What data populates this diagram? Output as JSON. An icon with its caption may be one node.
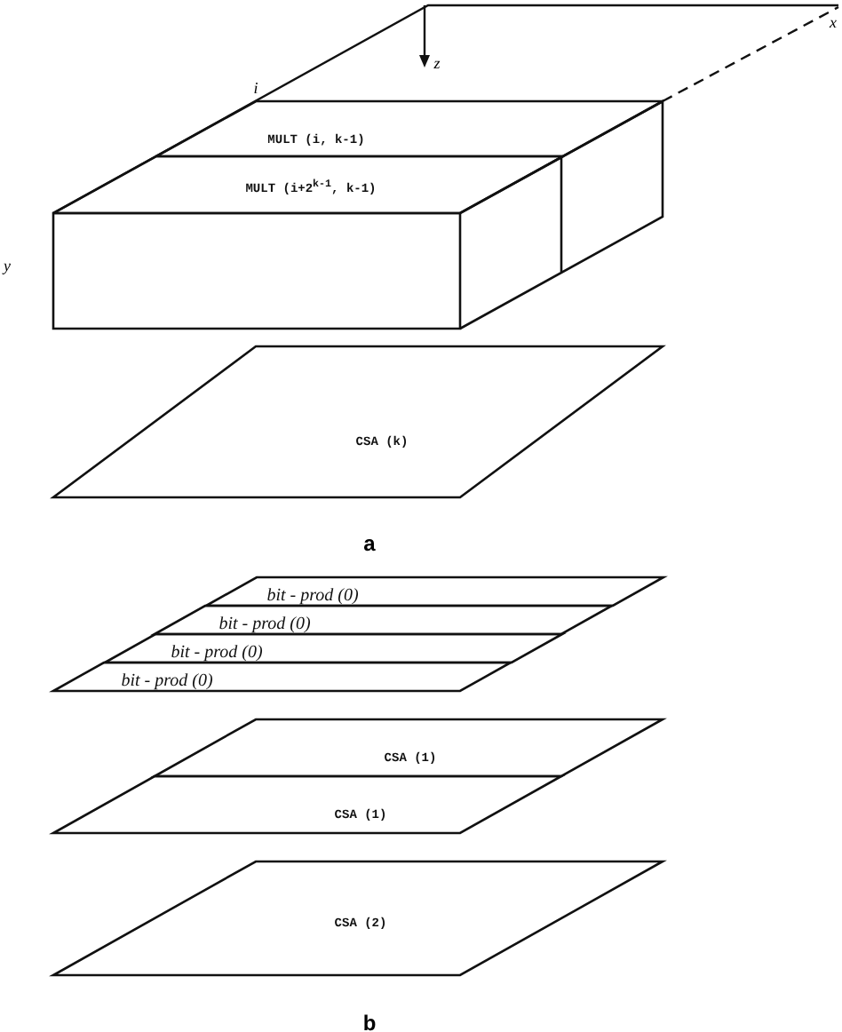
{
  "diagram": {
    "nodes": [
      {
        "text": [
          "MULT (i, k-1)"
        ]
      },
      {
        "text": [
          "MULT (i+2$^{k-1}$, k-1)"
        ]
      },
      {
        "text": [
          "CSA (k)"
        ]
      },
      {
        "text": [
          "bit - prod (0)"
        ]
      },
      {
        "text": [
          "bit - prod (0)"
        ]
      },
      {
        "text": [
          "bit - prod (0)"
        ]
      },
      {
        "text": [
          "bit - prod (0)"
        ]
      },
      {
        "text": [
          "CSA (1)"
        ]
      },
      {
        "text": [
          "CSA (1)"
        ]
      },
      {
        "text": [
          "CSA (2)"
        ]
      }
    ],
    "edges": [],
    "labels": [
      "i",
      "z",
      "x",
      "y",
      "a",
      "b"
    ]
  }
}
